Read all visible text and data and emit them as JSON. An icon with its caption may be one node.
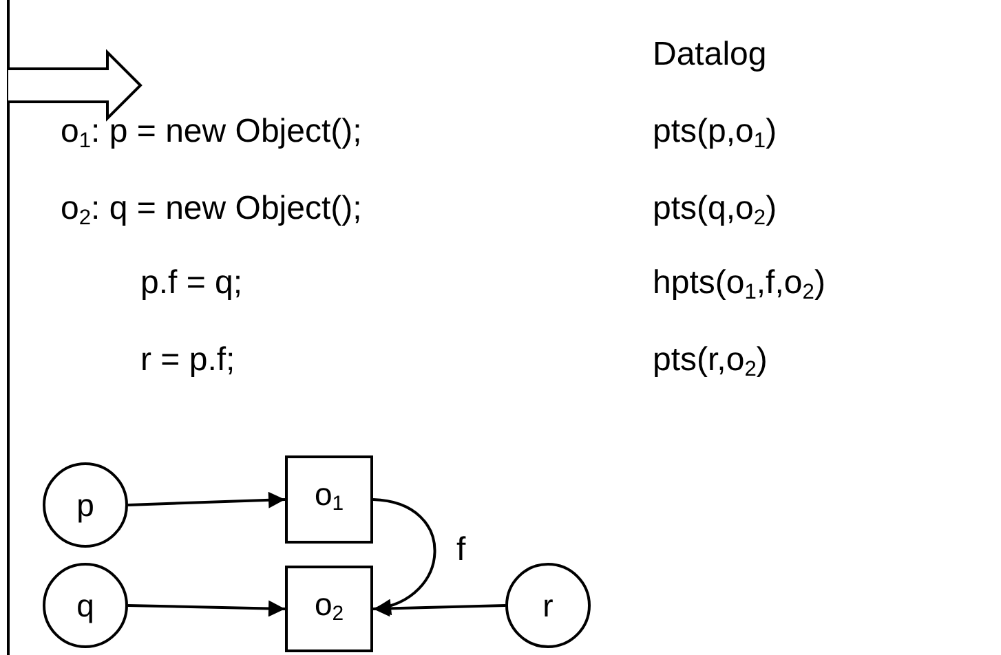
{
  "diagram": {
    "nodes": [
      {
        "text": [
          "p"
        ]
      },
      {
        "text": [
          "o$_{1}$"
        ]
      },
      {
        "text": [
          "q"
        ]
      },
      {
        "text": [
          "o$_{2}$"
        ]
      },
      {
        "text": [
          "r"
        ]
      }
    ],
    "edges": [
      {
        "from": 0,
        "to": 1,
        "arrow": "to"
      },
      {
        "from": 1,
        "to": 3,
        "arrow": "to",
        "label": "f"
      },
      {
        "from": 2,
        "to": 3,
        "arrow": "to"
      },
      {
        "from": 4,
        "to": 3,
        "arrow": "to"
      }
    ],
    "labels": [
      "Datalog",
      "o$_{1}$: p = new Object();",
      "pts(p,o$_{1}$)",
      "o$_{2}$: q = new Object();",
      "pts(q,o$_{2}$)",
      "p.f = q;",
      "hpts(o$_{1}$,f,o$_{2}$)",
      "r = p.f;",
      "pts(r,o$_{2}$)"
    ]
  }
}
